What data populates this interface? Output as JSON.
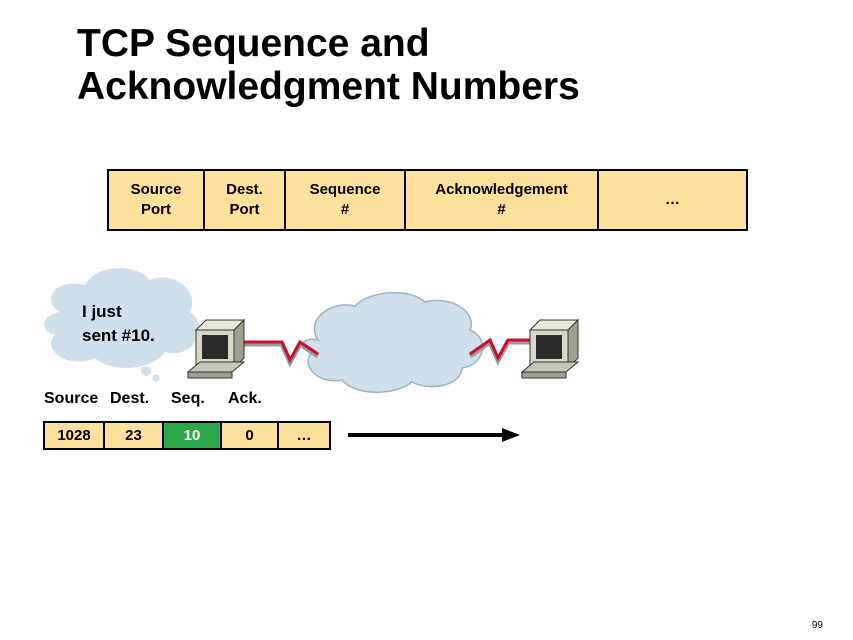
{
  "title": {
    "line1": "TCP Sequence and",
    "line2": "Acknowledgment Numbers"
  },
  "header_fields": [
    {
      "line1": "Source",
      "line2": "Port"
    },
    {
      "line1": "Dest.",
      "line2": "Port"
    },
    {
      "line1": "Sequence",
      "line2": "#"
    },
    {
      "line1": "Acknowledgement",
      "line2": "#"
    },
    {
      "line1": "…",
      "line2": ""
    }
  ],
  "thought_bubble": {
    "line1": "I just",
    "line2": "sent #10."
  },
  "packet_labels": {
    "source": "Source",
    "dest": "Dest.",
    "seq": "Seq.",
    "ack": "Ack."
  },
  "packet": {
    "source": "1028",
    "dest": "23",
    "seq": "10",
    "ack": "0",
    "more": "…"
  },
  "colors": {
    "field_fill": "#fde09c",
    "highlight": "#2aa84a",
    "link": "#c8102e",
    "cloud": "#cfe0ea"
  },
  "page_number": "99"
}
